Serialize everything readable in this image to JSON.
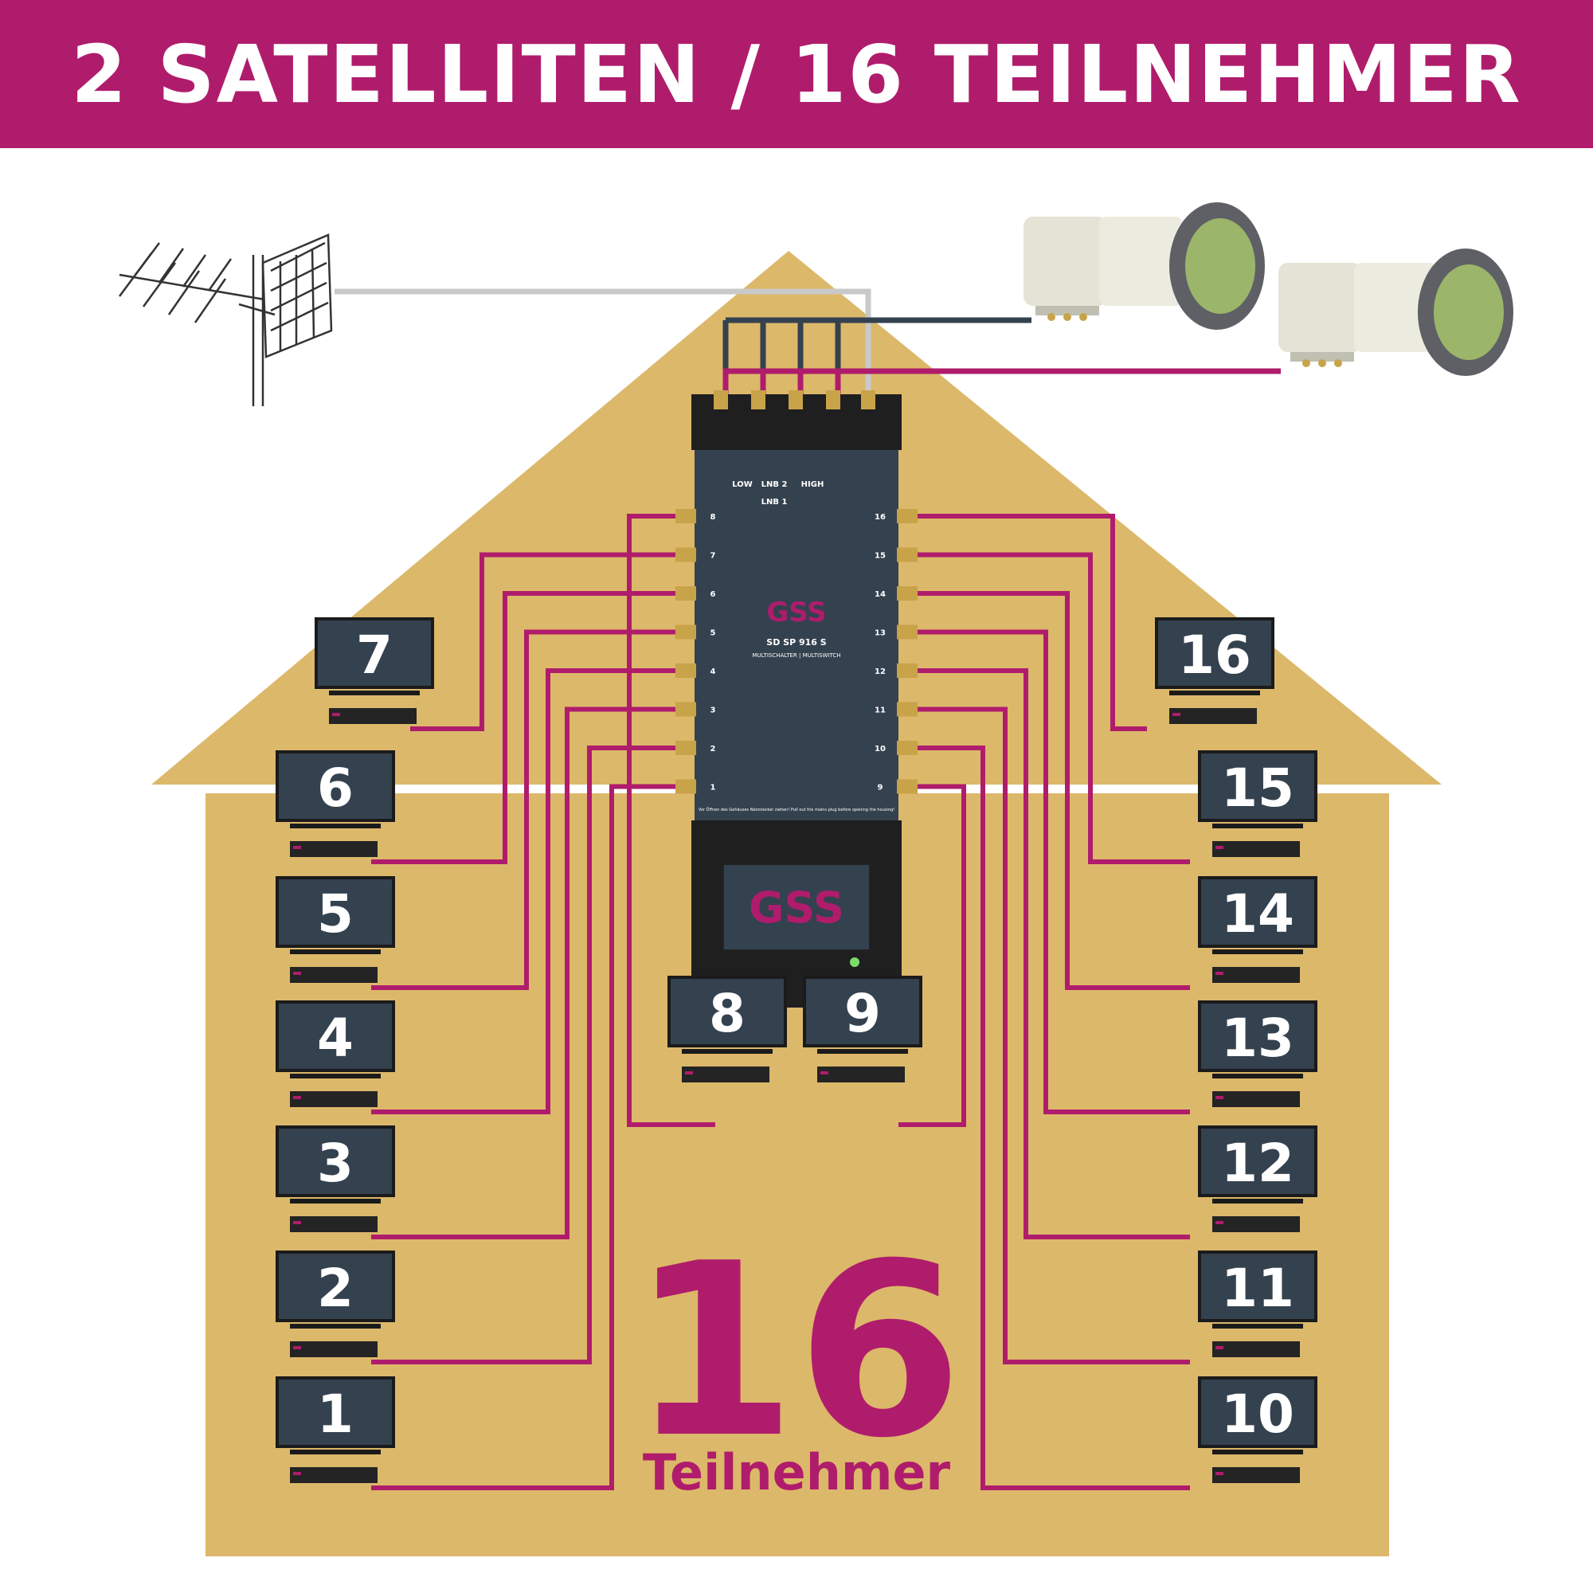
{
  "header": {
    "title": "2 SATELLITEN / 16 TEILNEHMER"
  },
  "colors": {
    "banner": "#b01c6c",
    "house": "#dcb86a",
    "cable": "#b01c6c",
    "tv": "#34414f",
    "switch": "#2a2a2a"
  },
  "antenna": {
    "icon": "terrestrial-antenna-icon"
  },
  "lnbs": [
    {
      "icon": "lnb-icon"
    },
    {
      "icon": "lnb-icon"
    }
  ],
  "multiswitch": {
    "brand": "GSS",
    "model": "SD SP 916 S",
    "subtitle": "MULTISCHALTER | MULTISWITCH",
    "lnb1_label": "LNB 1",
    "lnb2_label": "LNB 2",
    "high_label": "HIGH",
    "low_label": "LOW",
    "port_labels_left": [
      "8",
      "7",
      "6",
      "5",
      "4",
      "3",
      "2",
      "1"
    ],
    "port_labels_right": [
      "16",
      "15",
      "14",
      "13",
      "12",
      "11",
      "10",
      "9"
    ],
    "warning": "Vor Öffnen des Gehäuses Netzstecker ziehen! Pull out the mains plug before opening the housing!"
  },
  "receivers": [
    {
      "label": "1"
    },
    {
      "label": "2"
    },
    {
      "label": "3"
    },
    {
      "label": "4"
    },
    {
      "label": "5"
    },
    {
      "label": "6"
    },
    {
      "label": "7"
    },
    {
      "label": "8"
    },
    {
      "label": "9"
    },
    {
      "label": "10"
    },
    {
      "label": "11"
    },
    {
      "label": "12"
    },
    {
      "label": "13"
    },
    {
      "label": "14"
    },
    {
      "label": "15"
    },
    {
      "label": "16"
    }
  ],
  "center": {
    "count": "16",
    "label": "Teilnehmer"
  }
}
